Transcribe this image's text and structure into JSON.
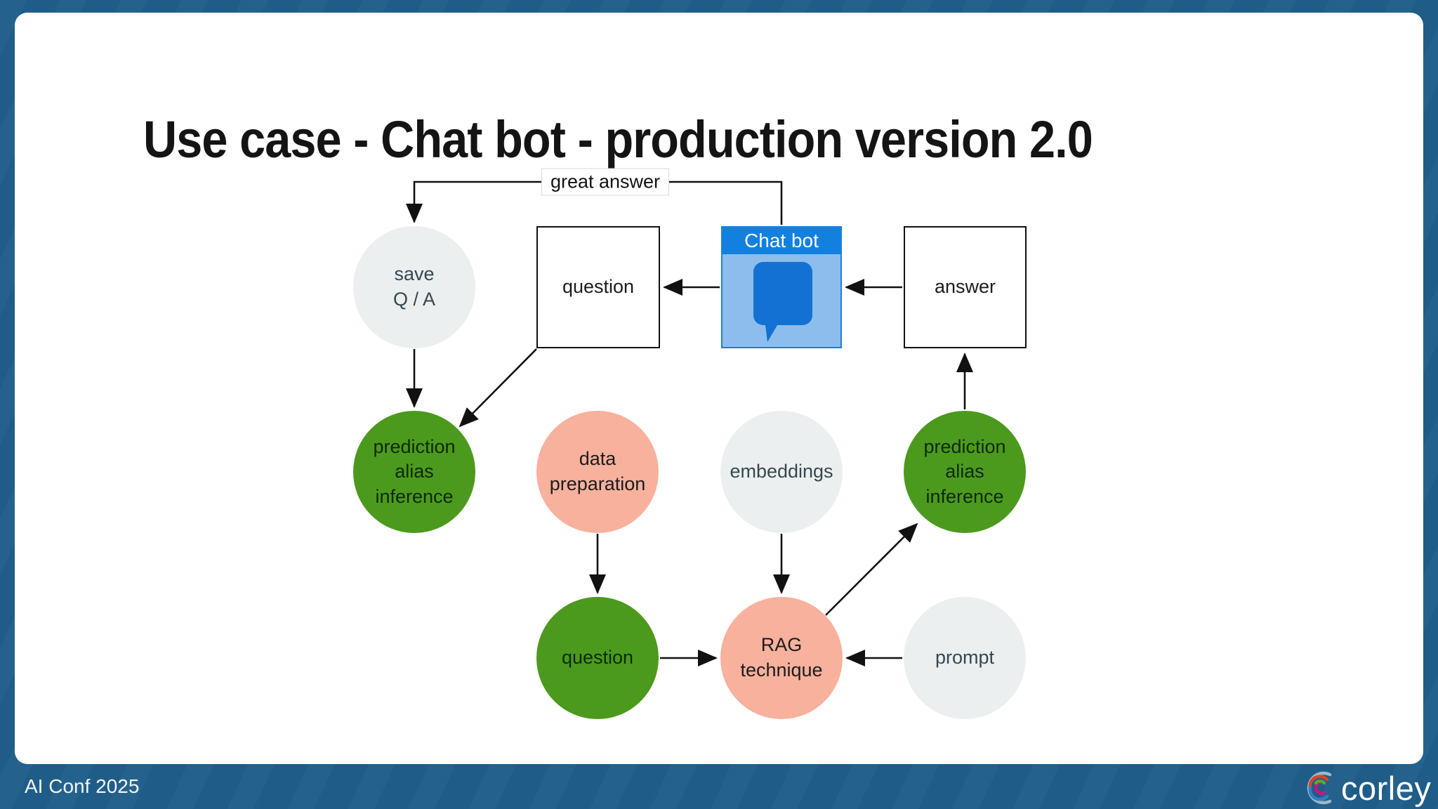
{
  "slide": {
    "title": "Use case - Chat bot - production version 2.0",
    "footer_left": "AI Conf 2025",
    "logo_text": "corley"
  },
  "colors": {
    "frame_blue": "#1f5e8a",
    "chatbot_header_blue": "#1180df",
    "chatbot_body_blue": "#8cbdec",
    "chatbot_bubble_blue": "#1371d3",
    "node_green": "#4b9a1d",
    "node_salmon": "#f8b19d",
    "node_gray": "#ebeff0"
  },
  "diagram": {
    "edge_label": "great answer",
    "nodes": {
      "save_qa": {
        "label": "save\nQ / A",
        "shape": "circle",
        "color": "gray"
      },
      "question_box": {
        "label": "question",
        "shape": "rect",
        "color": "white"
      },
      "chat_bot": {
        "label": "Chat bot",
        "shape": "window",
        "color": "blue"
      },
      "answer_box": {
        "label": "answer",
        "shape": "rect",
        "color": "white"
      },
      "prediction_left": {
        "label": "prediction\nalias\ninference",
        "shape": "circle",
        "color": "green"
      },
      "data_preparation": {
        "label": "data\npreparation",
        "shape": "circle",
        "color": "salmon"
      },
      "embeddings": {
        "label": "embeddings",
        "shape": "circle",
        "color": "gray"
      },
      "prediction_right": {
        "label": "prediction\nalias\ninference",
        "shape": "circle",
        "color": "green"
      },
      "question_circle": {
        "label": "question",
        "shape": "circle",
        "color": "green"
      },
      "rag_technique": {
        "label": "RAG\ntechnique",
        "shape": "circle",
        "color": "salmon"
      },
      "prompt": {
        "label": "prompt",
        "shape": "circle",
        "color": "gray"
      }
    },
    "icons": [
      "chat-bubble-icon",
      "corley-logo-icon"
    ]
  }
}
